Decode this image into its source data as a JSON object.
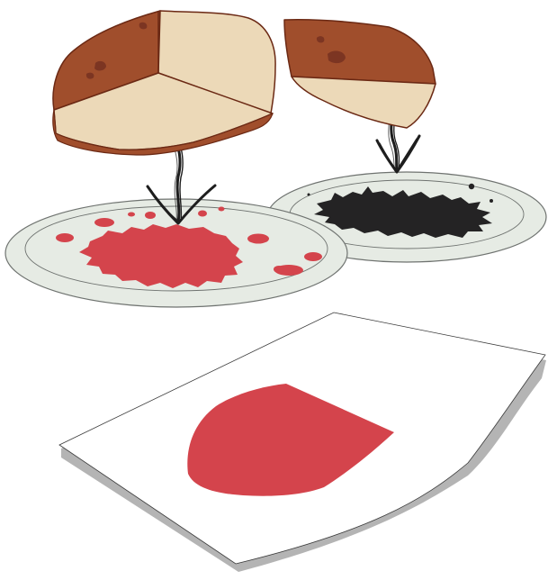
{
  "diagram": {
    "type": "illustration",
    "elements": [
      "bread-wedge-large",
      "bread-wedge-small",
      "plate-with-red-stain",
      "plate-with-black-stain",
      "paper-sheet-with-red-shape"
    ],
    "arrows": [
      {
        "from": "bread-wedge-large",
        "to": "plate-with-red-stain"
      },
      {
        "from": "bread-wedge-small",
        "to": "plate-with-black-stain"
      }
    ]
  },
  "colors": {
    "background": "#ffffff",
    "crust": "#a04e2c",
    "crust_dark": "#6b2914",
    "crust_spot": "#7c3522",
    "crumb": "#ecd9b8",
    "plate": "#e6ebe4",
    "plate_outline": "#6f7370",
    "stain_red": "#d4444c",
    "stain_black": "#242324",
    "arrow": "#1e1e1e",
    "paper": "#ffffff",
    "paper_shadow": "#b4b4b4"
  }
}
